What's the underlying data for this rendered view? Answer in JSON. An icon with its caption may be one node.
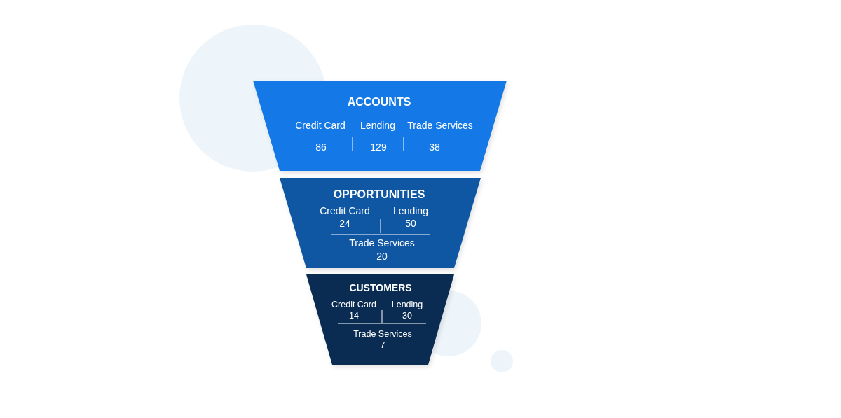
{
  "diagram": {
    "nodes": [
      {
        "text": [
          "ACCOUNTS",
          "Credit Card",
          "86",
          "Lending",
          "129",
          "Trade Services",
          "38"
        ]
      },
      {
        "text": [
          "OPPORTUNITIES",
          "Credit Card",
          "24",
          "Lending",
          "50",
          "Trade Services",
          "20"
        ]
      },
      {
        "text": [
          "CUSTOMERS",
          "Credit Card",
          "14",
          "Lending",
          "30",
          "Trade Services",
          "7"
        ]
      }
    ]
  }
}
